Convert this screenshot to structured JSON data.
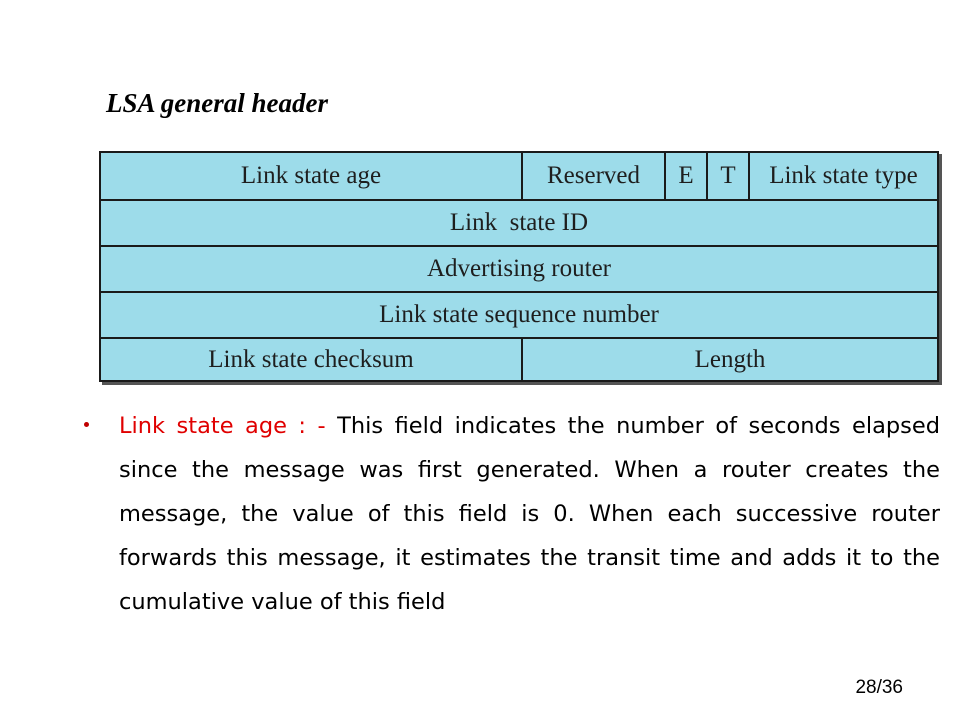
{
  "slide": {
    "title": "LSA general header",
    "page_number": "28/36"
  },
  "diagram": {
    "fill_color": "#9ddcea",
    "rows": [
      [
        "Link state age",
        "Reserved",
        "E",
        "T",
        "Link state type"
      ],
      [
        "Link  state ID"
      ],
      [
        "Advertising router"
      ],
      [
        "Link state sequence number"
      ],
      [
        "Link state checksum",
        "Length"
      ]
    ]
  },
  "bullet": {
    "term": "Link state age : -",
    "text": "This field indicates the number of seconds elapsed since the message was first generated. When a router creates the message, the value of this field is 0. When each successive router forwards this message, it estimates the transit time and adds it to the cumulative value of this field",
    "term_color": "#e00000"
  }
}
